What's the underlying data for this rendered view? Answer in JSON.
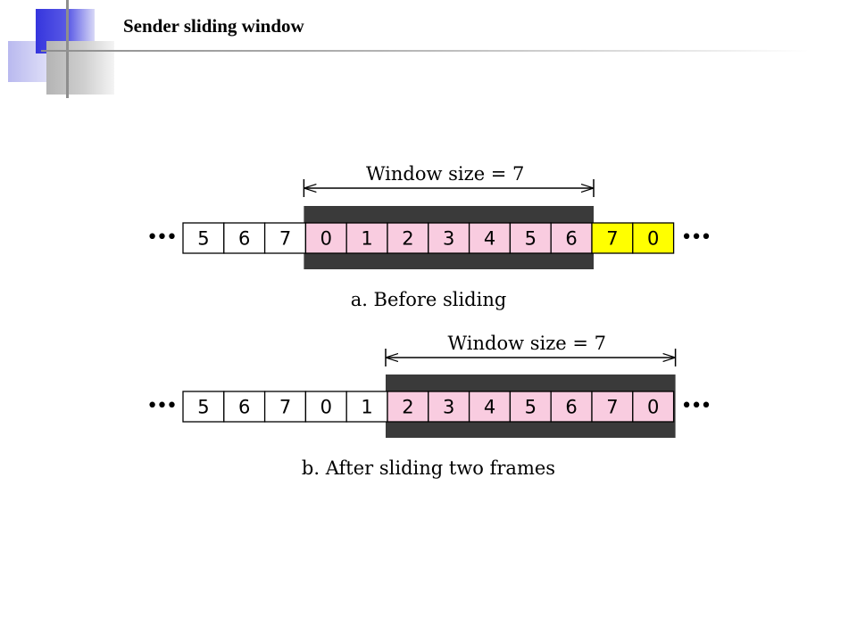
{
  "slide": {
    "title": "Sender sliding window"
  },
  "colors": {
    "window_band": "#3a3a3a",
    "in_window_frame": "#f9cce0",
    "next_frame": "#ffff00",
    "outside_frame": "#ffffff",
    "border": "#000000"
  },
  "diagram": {
    "ellipsis": "•••",
    "panels": [
      {
        "label": "a. Before sliding",
        "window_label": "Window size = 7",
        "frames": [
          {
            "n": "5",
            "state": "outside"
          },
          {
            "n": "6",
            "state": "outside"
          },
          {
            "n": "7",
            "state": "outside"
          },
          {
            "n": "0",
            "state": "window"
          },
          {
            "n": "1",
            "state": "window"
          },
          {
            "n": "2",
            "state": "window"
          },
          {
            "n": "3",
            "state": "window"
          },
          {
            "n": "4",
            "state": "window"
          },
          {
            "n": "5",
            "state": "window"
          },
          {
            "n": "6",
            "state": "window"
          },
          {
            "n": "7",
            "state": "next"
          },
          {
            "n": "0",
            "state": "next"
          }
        ]
      },
      {
        "label": "b. After sliding two frames",
        "window_label": "Window size = 7",
        "frames": [
          {
            "n": "5",
            "state": "outside"
          },
          {
            "n": "6",
            "state": "outside"
          },
          {
            "n": "7",
            "state": "outside"
          },
          {
            "n": "0",
            "state": "outside"
          },
          {
            "n": "1",
            "state": "outside"
          },
          {
            "n": "2",
            "state": "window"
          },
          {
            "n": "3",
            "state": "window"
          },
          {
            "n": "4",
            "state": "window"
          },
          {
            "n": "5",
            "state": "window"
          },
          {
            "n": "6",
            "state": "window"
          },
          {
            "n": "7",
            "state": "window"
          },
          {
            "n": "0",
            "state": "window"
          }
        ]
      }
    ]
  }
}
